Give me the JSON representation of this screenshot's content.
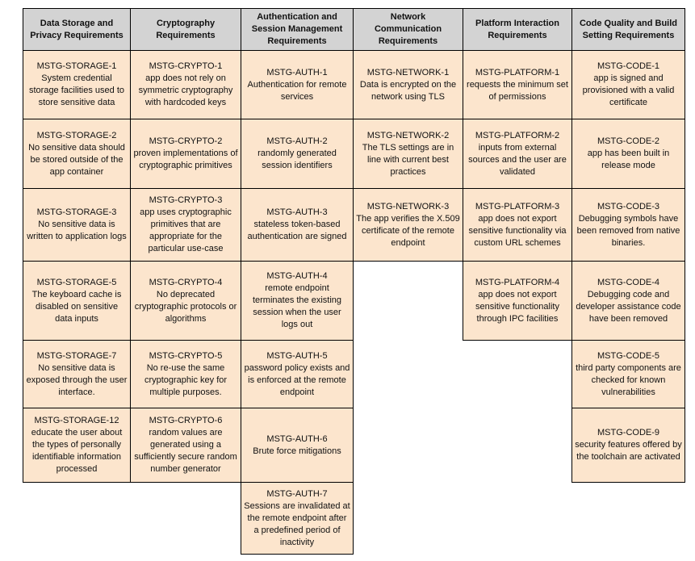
{
  "colors": {
    "header_bg": "#d3d3d3",
    "cell_bg": "#fce5cd",
    "border": "#000000",
    "text": "#111111",
    "page_bg": "#ffffff"
  },
  "table": {
    "columns": [
      {
        "header": "Data Storage and Privacy Requirements",
        "cells": [
          {
            "id": "MSTG-STORAGE-1",
            "desc": "System credential storage facilities used to store sensitive data"
          },
          {
            "id": "MSTG-STORAGE-2",
            "desc": "No sensitive data should be stored outside of the app container"
          },
          {
            "id": "MSTG-STORAGE-3",
            "desc": "No sensitive data is written to application logs"
          },
          {
            "id": "MSTG-STORAGE-5",
            "desc": "The keyboard cache is disabled on sensitive data inputs"
          },
          {
            "id": "MSTG-STORAGE-7",
            "desc": "No sensitive data is exposed through the user interface."
          },
          {
            "id": "MSTG-STORAGE-12",
            "desc": "educate the user about the types of personally identifiable information processed"
          }
        ]
      },
      {
        "header": "Cryptography Requirements",
        "cells": [
          {
            "id": "MSTG-CRYPTO-1",
            "desc": "app does not rely on symmetric cryptography with hardcoded keys"
          },
          {
            "id": "MSTG-CRYPTO-2",
            "desc": "proven implementations of cryptographic primitives"
          },
          {
            "id": "MSTG-CRYPTO-3",
            "desc": "app uses cryptographic primitives that are appropriate for the particular use-case"
          },
          {
            "id": "MSTG-CRYPTO-4",
            "desc": "No deprecated cryptographic protocols or algorithms"
          },
          {
            "id": "MSTG-CRYPTO-5",
            "desc": "No re-use the same cryptographic key for multiple purposes."
          },
          {
            "id": "MSTG-CRYPTO-6",
            "desc": "random values are generated using a sufficiently secure random number generator"
          }
        ]
      },
      {
        "header": "Authentication and Session Management Requirements",
        "cells": [
          {
            "id": "MSTG-AUTH-1",
            "desc": "Authentication for remote services"
          },
          {
            "id": "MSTG-AUTH-2",
            "desc": "randomly generated session identifiers"
          },
          {
            "id": "MSTG-AUTH-3",
            "desc": "stateless token-based authentication are signed"
          },
          {
            "id": "MSTG-AUTH-4",
            "desc": "remote endpoint terminates the existing session when the user logs out"
          },
          {
            "id": "MSTG-AUTH-5",
            "desc": "password policy exists and is enforced at the remote endpoint"
          },
          {
            "id": "MSTG-AUTH-6",
            "desc": "Brute force mitigations"
          },
          {
            "id": "MSTG-AUTH-7",
            "desc": "Sessions are invalidated at the remote endpoint after a predefined period of inactivity"
          }
        ]
      },
      {
        "header": "Network Communication Requirements",
        "cells": [
          {
            "id": "MSTG-NETWORK-1",
            "desc": "Data is encrypted on the network using TLS"
          },
          {
            "id": "MSTG-NETWORK-2",
            "desc": "The TLS settings are in line with current best practices"
          },
          {
            "id": "MSTG-NETWORK-3",
            "desc": "The app verifies the X.509 certificate of the remote endpoint"
          }
        ]
      },
      {
        "header": "Platform Interaction Requirements",
        "cells": [
          {
            "id": "MSTG-PLATFORM-1",
            "desc": "requests the minimum set of permissions"
          },
          {
            "id": "MSTG-PLATFORM-2",
            "desc": "inputs from external sources and the user are validated"
          },
          {
            "id": "MSTG-PLATFORM-3",
            "desc": "app does not export sensitive functionality via custom URL schemes"
          },
          {
            "id": "MSTG-PLATFORM-4",
            "desc": "app does not export sensitive functionality through IPC facilities"
          }
        ]
      },
      {
        "header": "Code Quality and Build Setting Requirements",
        "cells": [
          {
            "id": "MSTG-CODE-1",
            "desc": "app is signed and provisioned with a valid certificate"
          },
          {
            "id": "MSTG-CODE-2",
            "desc": "app has been built in release mode"
          },
          {
            "id": "MSTG-CODE-3",
            "desc": "Debugging symbols have been removed from native binaries."
          },
          {
            "id": "MSTG-CODE-4",
            "desc": "Debugging code and developer assistance code have been removed"
          },
          {
            "id": "MSTG-CODE-5",
            "desc": "third party components are checked for known vulnerabilities"
          },
          {
            "id": "MSTG-CODE-9",
            "desc": "security features offered by the toolchain are activated"
          }
        ]
      }
    ]
  }
}
